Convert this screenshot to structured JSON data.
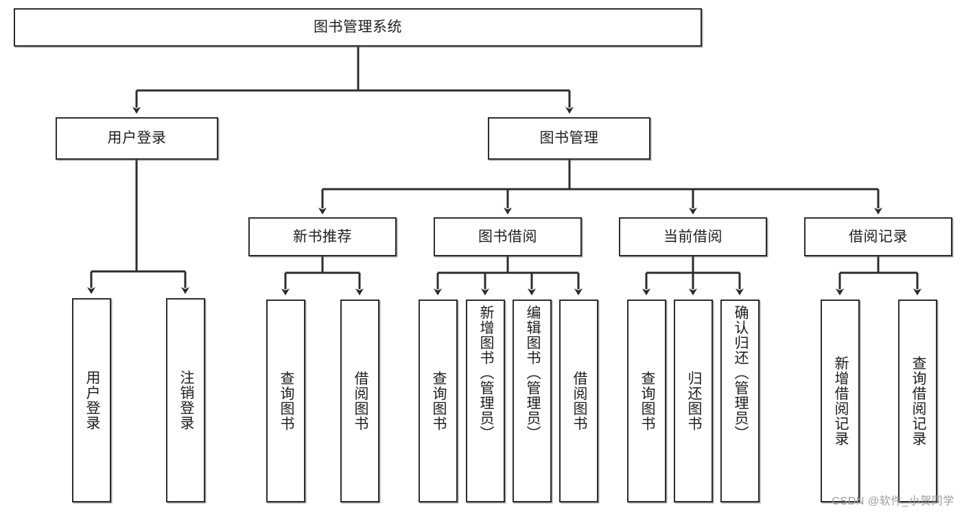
{
  "diagram": {
    "type": "tree",
    "title": "图书管理系统",
    "root": {
      "id": "root",
      "label": "图书管理系统",
      "orientation": "horizontal"
    },
    "level2": [
      {
        "id": "user-login",
        "label": "用户登录",
        "orientation": "horizontal"
      },
      {
        "id": "book-management",
        "label": "图书管理",
        "orientation": "horizontal"
      }
    ],
    "level3": [
      {
        "id": "new-book-recommend",
        "label": "新书推荐",
        "orientation": "horizontal",
        "parent": "book-management"
      },
      {
        "id": "book-borrow",
        "label": "图书借阅",
        "orientation": "horizontal",
        "parent": "book-management"
      },
      {
        "id": "current-borrow",
        "label": "当前借阅",
        "orientation": "horizontal",
        "parent": "book-management"
      },
      {
        "id": "borrow-record",
        "label": "借阅记录",
        "orientation": "horizontal",
        "parent": "book-management"
      }
    ],
    "leaves": [
      {
        "id": "leaf-user-login",
        "label": "用户登录",
        "parent": "user-login",
        "orientation": "vertical"
      },
      {
        "id": "leaf-logout-login",
        "label": "注销登录",
        "parent": "user-login",
        "orientation": "vertical"
      },
      {
        "id": "leaf-query-book-1",
        "label": "查询图书",
        "parent": "new-book-recommend",
        "orientation": "vertical"
      },
      {
        "id": "leaf-borrow-book-1",
        "label": "借阅图书",
        "parent": "new-book-recommend",
        "orientation": "vertical"
      },
      {
        "id": "leaf-query-book-2",
        "label": "查询图书",
        "parent": "book-borrow",
        "orientation": "vertical"
      },
      {
        "id": "leaf-add-book",
        "label": "新增图书（管理员）",
        "parent": "book-borrow",
        "orientation": "vertical"
      },
      {
        "id": "leaf-edit-book",
        "label": "编辑图书（管理员）",
        "parent": "book-borrow",
        "orientation": "vertical"
      },
      {
        "id": "leaf-borrow-book-2",
        "label": "借阅图书",
        "parent": "book-borrow",
        "orientation": "vertical"
      },
      {
        "id": "leaf-query-book-3",
        "label": "查询图书",
        "parent": "current-borrow",
        "orientation": "vertical"
      },
      {
        "id": "leaf-return-book",
        "label": "归还图书",
        "parent": "current-borrow",
        "orientation": "vertical"
      },
      {
        "id": "leaf-confirm-return",
        "label": "确认归还（管理员）",
        "parent": "current-borrow",
        "orientation": "vertical"
      },
      {
        "id": "leaf-add-record",
        "label": "新增借阅记录",
        "parent": "borrow-record",
        "orientation": "vertical"
      },
      {
        "id": "leaf-query-record",
        "label": "查询借阅记录",
        "parent": "borrow-record",
        "orientation": "vertical"
      }
    ]
  },
  "watermark": {
    "text": "CSDN @软件_小贺同学"
  },
  "colors": {
    "stroke": "#2b2b2b",
    "fill": "#ffffff",
    "text": "#1d1d1d",
    "watermark": "#9b9b9b"
  }
}
